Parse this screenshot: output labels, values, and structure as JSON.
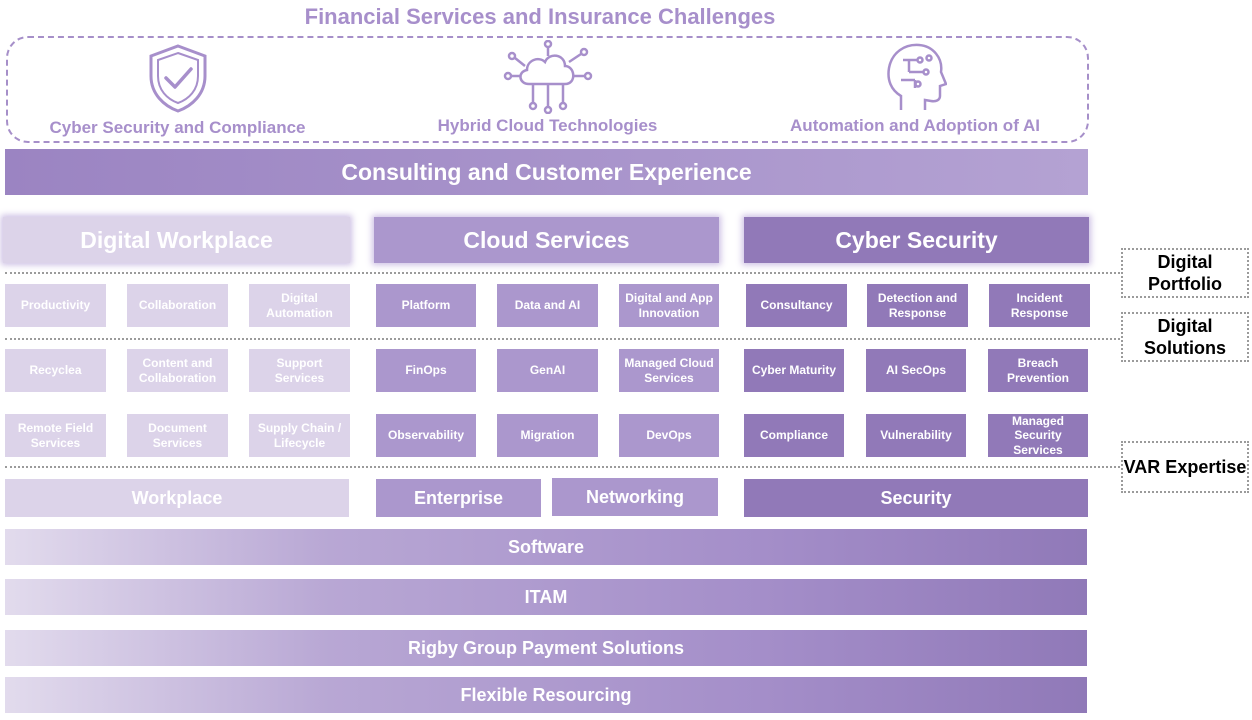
{
  "title": "Financial Services and Insurance Challenges",
  "challenges": [
    {
      "label": "Cyber Security and Compliance",
      "icon": "shield-check-icon"
    },
    {
      "label": "Hybrid Cloud Technologies",
      "icon": "cloud-network-icon"
    },
    {
      "label": "Automation and Adoption of AI",
      "icon": "ai-head-icon"
    }
  ],
  "banner": "Consulting and Customer Experience",
  "pillars": [
    {
      "label": "Digital Workplace",
      "color": "#dcd3e9"
    },
    {
      "label": "Cloud Services",
      "color": "#ab97cd"
    },
    {
      "label": "Cyber Security",
      "color": "#9179b8"
    }
  ],
  "grid": [
    [
      "Productivity",
      "Collaboration",
      "Digital Automation",
      "Platform",
      "Data and AI",
      "Digital and App Innovation",
      "Consultancy",
      "Detection and Response",
      "Incident Response"
    ],
    [
      "Recyclea",
      "Content and Collaboration",
      "Support Services",
      "FinOps",
      "GenAI",
      "Managed Cloud Services",
      "Cyber Maturity",
      "AI SecOps",
      "Breach Prevention"
    ],
    [
      "Remote Field Services",
      "Document Services",
      "Supply Chain / Lifecycle",
      "Observability",
      "Migration",
      "DevOps",
      "Compliance",
      "Vulnerability",
      "Managed Security Services"
    ]
  ],
  "tags": [
    "Digital Portfolio",
    "Digital Solutions",
    "VAR Expertise"
  ],
  "var": [
    "Workplace",
    "Enterprise",
    "Networking",
    "Security"
  ],
  "bars": [
    "Software",
    "ITAM",
    "Rigby Group Payment Solutions",
    "Flexible Resourcing"
  ]
}
